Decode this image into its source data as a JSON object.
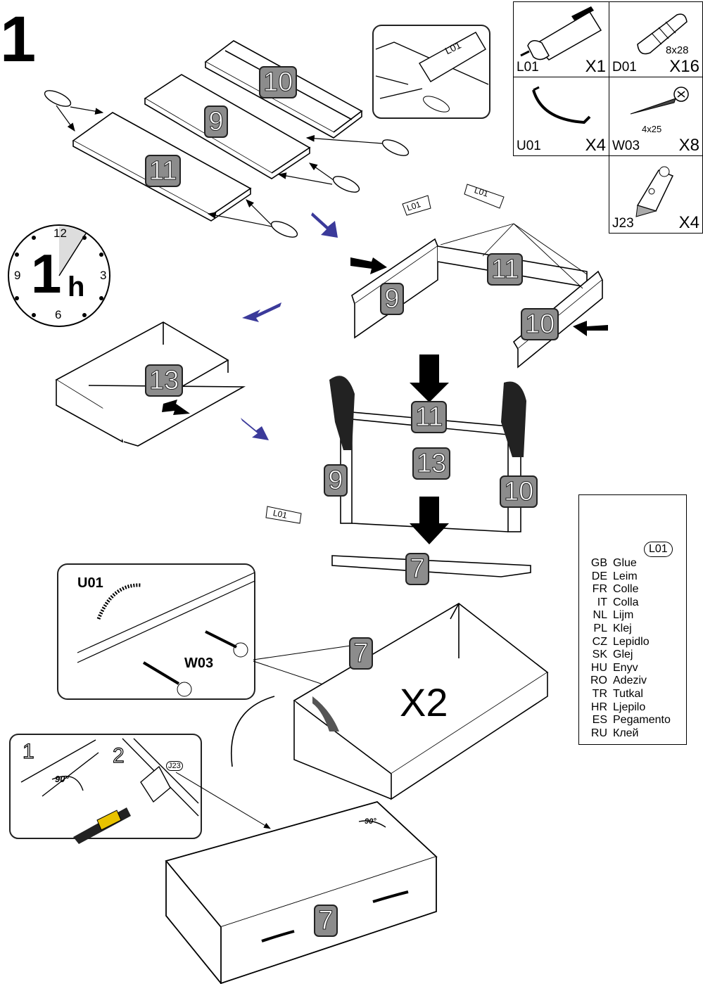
{
  "step": "1",
  "time": {
    "hours": "1",
    "unit": "h",
    "n12": "12",
    "n3": "3",
    "n6": "6",
    "n9": "9"
  },
  "labels": {
    "p10": "10",
    "p9": "9",
    "p11": "11",
    "p13": "13",
    "p7": "7",
    "x2": "X2",
    "glue_tube": "L01",
    "j23": "J23",
    "sub1": "1",
    "sub2": "2",
    "angle": "90°",
    "u01": "U01",
    "w03": "W03"
  },
  "parts": [
    {
      "code": "L01",
      "qty": "X1",
      "icon": "glue-tube"
    },
    {
      "code": "D01",
      "qty": "X16",
      "size": "8x28",
      "icon": "dowel"
    },
    {
      "code": "U01",
      "qty": "X4",
      "icon": "handle"
    },
    {
      "code": "W03",
      "qty": "X8",
      "size": "4x25",
      "icon": "screw"
    },
    {
      "code": "J23",
      "qty": "X4",
      "icon": "bracket"
    }
  ],
  "glue": {
    "tag": "L01",
    "languages": [
      {
        "code": "GB",
        "word": "Glue"
      },
      {
        "code": "DE",
        "word": "Leim"
      },
      {
        "code": "FR",
        "word": "Colle"
      },
      {
        "code": "IT",
        "word": "Colla"
      },
      {
        "code": "NL",
        "word": "Lijm"
      },
      {
        "code": "PL",
        "word": "Klej"
      },
      {
        "code": "CZ",
        "word": "Lepidlo"
      },
      {
        "code": "SK",
        "word": "Glej"
      },
      {
        "code": "HU",
        "word": "Enyv"
      },
      {
        "code": "RO",
        "word": "Adeziv"
      },
      {
        "code": "TR",
        "word": "Tutkal"
      },
      {
        "code": "HR",
        "word": "Ljepilo"
      },
      {
        "code": "ES",
        "word": "Pegamento"
      },
      {
        "code": "RU",
        "word": "Клей"
      }
    ]
  },
  "colors": {
    "badge": "#8c8c8c",
    "arrow_blue": "#3b3a9a",
    "line": "#000000"
  }
}
